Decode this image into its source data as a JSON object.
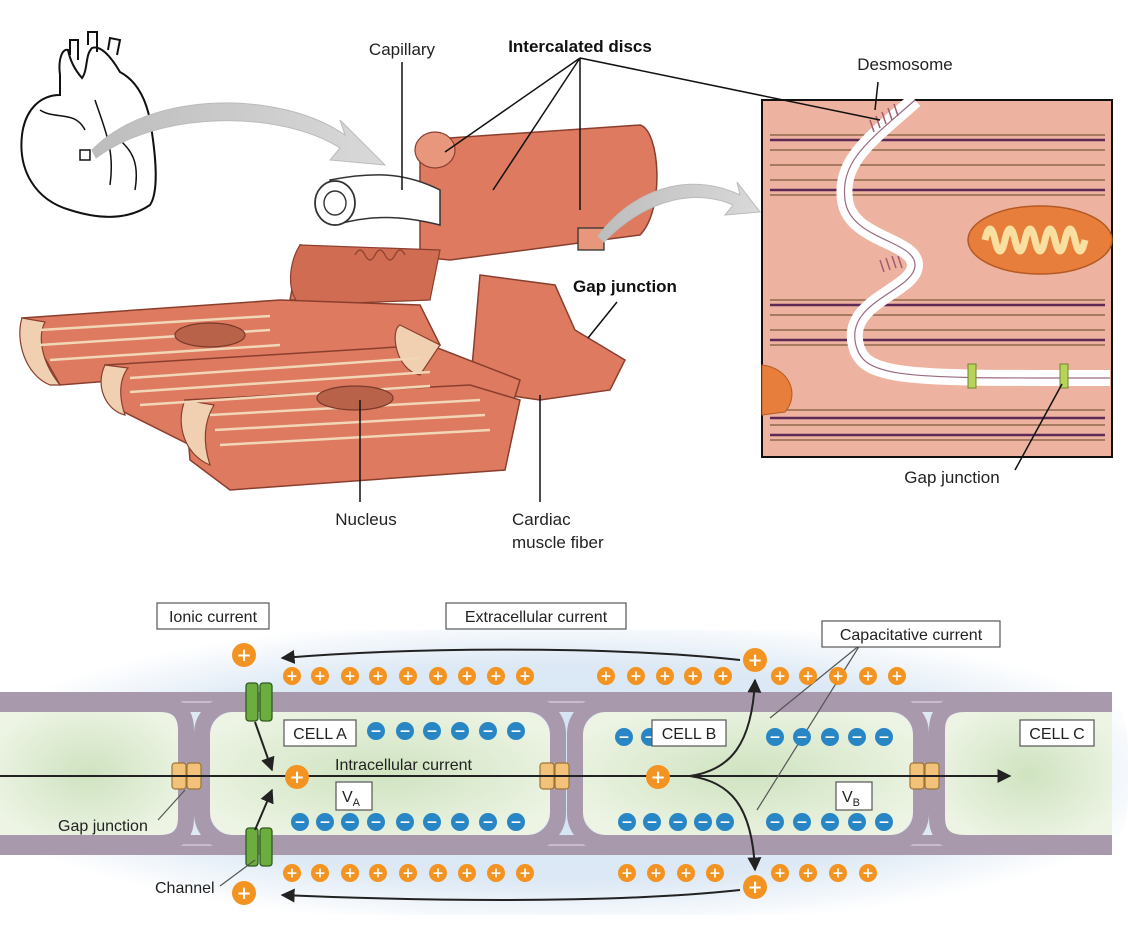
{
  "top": {
    "labels": {
      "capillary": "Capillary",
      "intercalated_discs": "Intercalated discs",
      "desmosome": "Desmosome",
      "gap_junction_bold": "Gap junction",
      "gap_junction_inset": "Gap junction",
      "nucleus": "Nucleus",
      "cardiac_line1": "Cardiac",
      "cardiac_line2": "muscle fiber"
    }
  },
  "bottom": {
    "ionic_current": "Ionic current",
    "extracellular_current": "Extracellular current",
    "capacitative_current": "Capacitative current",
    "intracellular_current": "Intracellular current",
    "cell_a": "CELL A",
    "cell_b": "CELL B",
    "cell_c": "CELL C",
    "va_main": "V",
    "va_sub": "A",
    "vb_main": "V",
    "vb_sub": "B",
    "gap_junction": "Gap junction",
    "channel": "Channel",
    "plus": "+",
    "minus": "−"
  },
  "colors": {
    "muscle": "#dd7a60",
    "muscle_dark": "#b95a44",
    "inset_bg": "#eeb3a0",
    "mitochondria": "#e87e3c",
    "membrane": "#a999ad",
    "cytoplasm": "#e3efd2",
    "positive_ion": "#f39321",
    "negative_ion": "#2886c5",
    "channel": "#6cae3e",
    "gap_connexon": "#f2c27a"
  }
}
